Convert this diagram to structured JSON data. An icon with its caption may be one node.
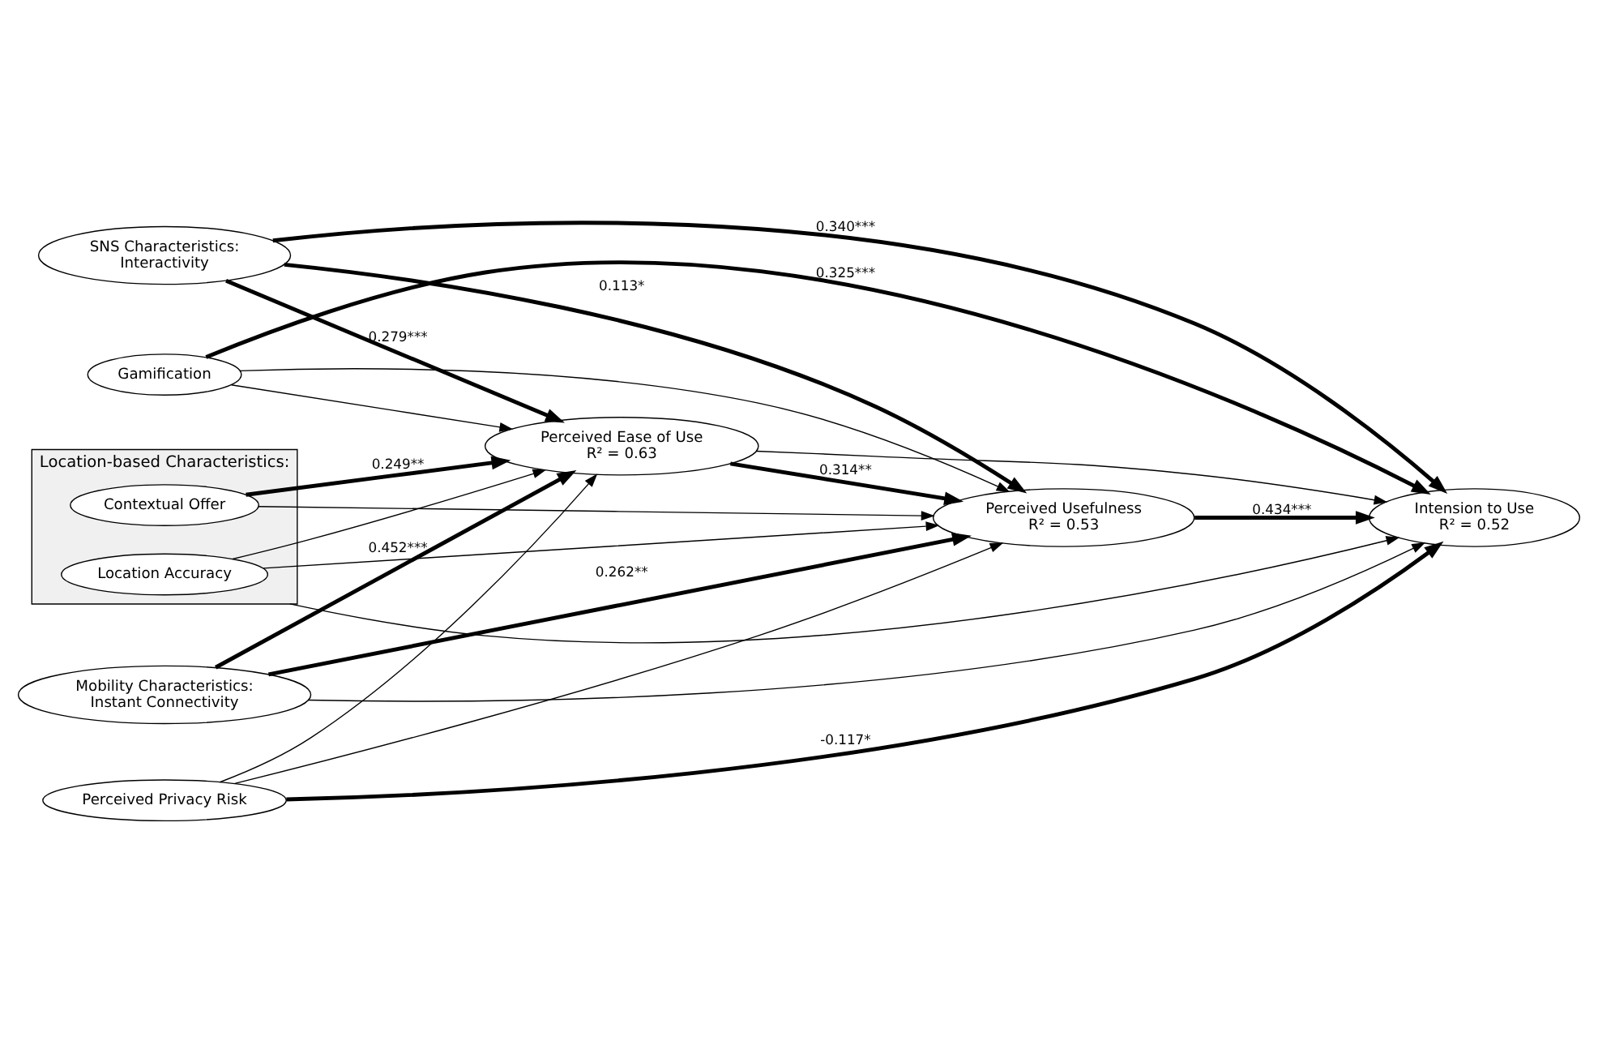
{
  "diagram": {
    "nodes": [
      {
        "text": [
          "SNS Characteristics:",
          "Interactivity"
        ]
      },
      {
        "text": [
          "Gamification"
        ]
      },
      {
        "text": [
          "Location-based Characteristics:"
        ]
      },
      {
        "text": [
          "Location Accuracy"
        ],
        "in": 2
      },
      {
        "text": [
          "Contextual Offer"
        ],
        "in": 2
      },
      {
        "text": [
          "Mobility Characteristics:",
          "Instant Connectivity"
        ]
      },
      {
        "text": [
          "Perceived Privacy Risk"
        ]
      },
      {
        "text": [
          "Perceived Ease of Use",
          "R² = 0.63"
        ]
      },
      {
        "text": [
          "Perceived Usefulness",
          "R² = 0.53"
        ]
      },
      {
        "text": [
          "Intension to Use",
          "R² = 0.52"
        ]
      }
    ],
    "edges": [
      {
        "from": 0,
        "to": 9,
        "arrow": "to",
        "label": "0.340***",
        "style": "thick"
      },
      {
        "from": 1,
        "to": 9,
        "arrow": "to",
        "label": "0.325***",
        "style": "thick"
      },
      {
        "from": 2,
        "to": 9,
        "arrow": "to"
      },
      {
        "from": 0,
        "to": 7,
        "arrow": "to",
        "label": "0.279***",
        "style": "thick"
      },
      {
        "from": 0,
        "to": 8,
        "arrow": "to",
        "label": "0.113*",
        "style": "thick"
      },
      {
        "from": 1,
        "to": 7,
        "arrow": "to"
      },
      {
        "from": 1,
        "to": 8,
        "arrow": "to"
      },
      {
        "from": 3,
        "to": 7,
        "arrow": "to"
      },
      {
        "from": 3,
        "to": 8,
        "arrow": "to"
      },
      {
        "from": 4,
        "to": 7,
        "arrow": "to",
        "label": "0.249**",
        "style": "thick"
      },
      {
        "from": 4,
        "to": 8,
        "arrow": "to"
      },
      {
        "from": 5,
        "to": 7,
        "arrow": "to",
        "label": "0.452***",
        "style": "thick"
      },
      {
        "from": 5,
        "to": 8,
        "arrow": "to",
        "label": "0.262**",
        "style": "thick"
      },
      {
        "from": 5,
        "to": 9,
        "arrow": "to"
      },
      {
        "from": 6,
        "to": 7,
        "arrow": "to"
      },
      {
        "from": 6,
        "to": 8,
        "arrow": "to"
      },
      {
        "from": 6,
        "to": 9,
        "arrow": "to",
        "label": "-0.117*",
        "style": "thick"
      },
      {
        "from": 7,
        "to": 8,
        "arrow": "to",
        "label": "0.314**",
        "style": "thick"
      },
      {
        "from": 7,
        "to": 9,
        "arrow": "to"
      },
      {
        "from": 8,
        "to": 9,
        "arrow": "to",
        "label": "0.434***",
        "style": "thick"
      }
    ]
  }
}
